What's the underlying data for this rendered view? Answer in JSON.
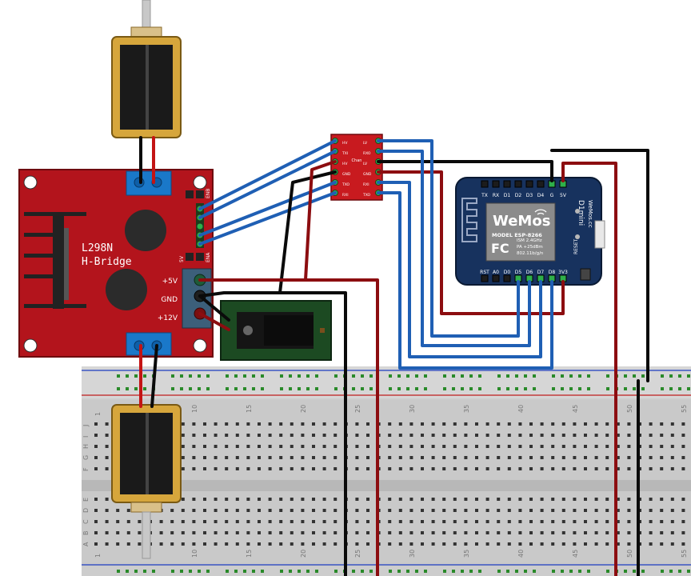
{
  "hbridge": {
    "title_line1": "L298N",
    "title_line2": "H-Bridge",
    "pin_5v": "+5V",
    "pin_gnd": "GND",
    "pin_12v": "+12V",
    "header_top": "ENB",
    "header_bottom": "ENA",
    "header_5v": "5V"
  },
  "level_shifter": {
    "center_label": "Chan",
    "left_pins": [
      "HV",
      "TXI",
      "HV",
      "GND",
      "TXO",
      "RXI"
    ],
    "right_pins": [
      "LV",
      "RXO",
      "LV",
      "GND",
      "RXI",
      "TXO"
    ]
  },
  "wemos": {
    "brand": "WeMos",
    "model_line": "MODEL  ESP-8266",
    "spec_lines": [
      "ISM 2.4GHz",
      "PA +25dBm",
      "802.11b/g/n"
    ],
    "fc": "FC",
    "top_pins": [
      "TX",
      "RX",
      "D1",
      "D2",
      "D3",
      "D4",
      "G",
      "5V"
    ],
    "bottom_pins": [
      "RST",
      "A0",
      "D0",
      "D5",
      "D6",
      "D7",
      "D8",
      "3V3"
    ],
    "side_label": "D1mini",
    "side_brand": "WeMos.cc",
    "reset_label": "RESET"
  },
  "breadboard": {
    "top_numbers": [
      "1",
      "10",
      "15",
      "20",
      "25",
      "30",
      "35",
      "40",
      "45",
      "50",
      "55"
    ],
    "bottom_numbers": [
      "1",
      "10",
      "15",
      "20",
      "25",
      "30",
      "35",
      "40",
      "45",
      "50",
      "55"
    ],
    "row_letters_top": [
      "J",
      "I",
      "H",
      "G",
      "F"
    ],
    "row_letters_bottom": [
      "E",
      "D",
      "C",
      "B",
      "A"
    ]
  },
  "colors": {
    "board_red": "#b3141c",
    "wire_blue": "#1f5fb4",
    "wire_red": "#8c0d10",
    "wire_black": "#0a0a0a",
    "wemos_blue": "#17325e",
    "breadboard": "#cfcfcf",
    "terminal_blue": "#1a78c9"
  }
}
